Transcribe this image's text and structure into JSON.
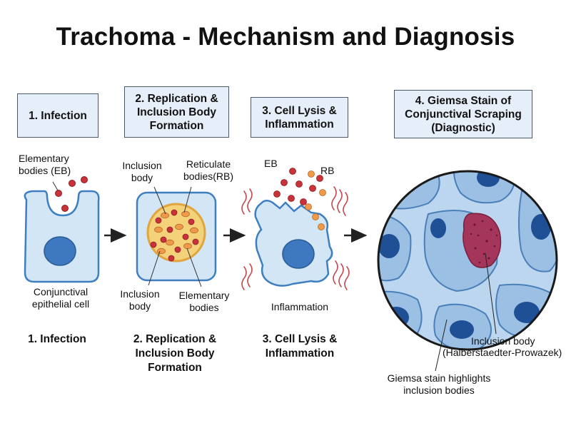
{
  "title": "Trachoma - Mechanism and Diagnosis",
  "steps": [
    {
      "box": "1. Infection",
      "caption": "1. Infection"
    },
    {
      "box": "2. Replication &\nInclusion Body\nFormation",
      "caption": "2. Replication &\nInclusion Body\nFormation"
    },
    {
      "box": "3. Cell Lysis &\nInflammation",
      "caption": "3. Cell Lysis &\nInflammation"
    },
    {
      "box": "4. Giemsa Stain of\nConjunctival Scraping\n(Diagnostic)"
    }
  ],
  "labels": {
    "elementary_bodies_eb": "Elementary\nbodies (EB)",
    "conjunctival_cell": "Conjunctival\nepithelial cell",
    "inclusion_body_top": "Inclusion\nbody",
    "reticulate_bodies": "Reticulate\nbodies(RB)",
    "inclusion_body_bottom": "Inclusion\nbody",
    "elementary_bodies": "Elementary\nbodies",
    "eb": "EB",
    "rb": "RB",
    "inflammation": "Inflammation",
    "inclusion_body_hp": "Inclusion body",
    "hp_name": "(Halberstaedter-Prowazek)",
    "giemsa_note": "Giemsa stain highlights\ninclusion bodies"
  },
  "colors": {
    "cell_fill": "#d3e6f6",
    "cell_border": "#3f7fc0",
    "nucleus": "#3e79bf",
    "elementary_body": "#c9323a",
    "reticulate_body": "#ef9a4a",
    "inclusion_fill": "#f4d27a",
    "inclusion_stain": "#a3365a",
    "inflammation": "#c8464c",
    "arrow": "#222222"
  }
}
